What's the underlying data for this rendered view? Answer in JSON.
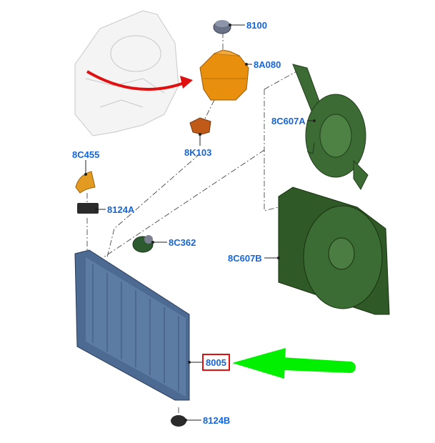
{
  "diagram": {
    "parts": [
      {
        "id": "cap",
        "label": "8100"
      },
      {
        "id": "reservoir",
        "label": "8A080"
      },
      {
        "id": "fan-shroud-a",
        "label": "8C607A"
      },
      {
        "id": "bracket",
        "label": "8K103"
      },
      {
        "id": "seal",
        "label": "8C455"
      },
      {
        "id": "mount-upper",
        "label": "8124A"
      },
      {
        "id": "connector",
        "label": "8C362"
      },
      {
        "id": "fan-shroud-b",
        "label": "8C607B"
      },
      {
        "id": "radiator",
        "label": "8005"
      },
      {
        "id": "mount-lower",
        "label": "8124B"
      }
    ],
    "highlighted": "8005",
    "colors": {
      "label": "#1565d8",
      "highlight_box": "#e01010",
      "pointer_arrow": "#00f000",
      "context_arrow": "#e01010"
    }
  }
}
